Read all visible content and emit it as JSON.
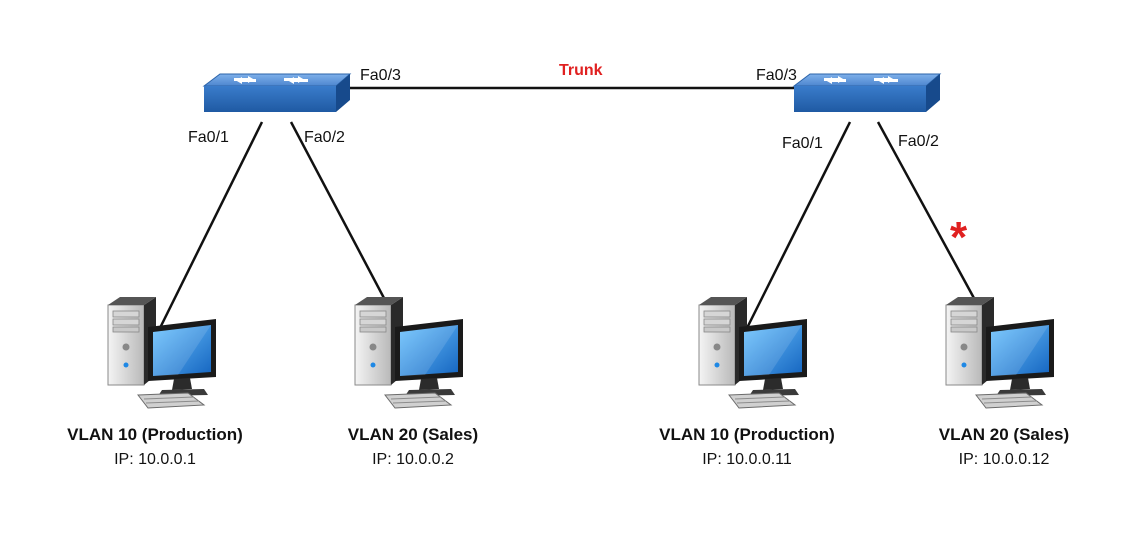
{
  "trunk_label": "Trunk",
  "colors": {
    "trunk_label": "#e02020",
    "marker": "#e02020",
    "switch_top": "#5b93d6",
    "switch_side": "#2f6fbf",
    "monitor_screen": "#1e88e5",
    "cable": "#111111"
  },
  "switches": [
    {
      "icon": "network-switch-icon",
      "ports": {
        "uplink": "Fa0/3",
        "p1": "Fa0/1",
        "p2": "Fa0/2"
      }
    },
    {
      "icon": "network-switch-icon",
      "ports": {
        "uplink": "Fa0/3",
        "p1": "Fa0/1",
        "p2": "Fa0/2"
      }
    }
  ],
  "hosts": [
    {
      "icon": "desktop-pc-icon",
      "vlan": "VLAN 10 (Production)",
      "ip": "IP: 10.0.0.1"
    },
    {
      "icon": "desktop-pc-icon",
      "vlan": "VLAN 20 (Sales)",
      "ip": "IP: 10.0.0.2"
    },
    {
      "icon": "desktop-pc-icon",
      "vlan": "VLAN 10 (Production)",
      "ip": "IP: 10.0.0.11"
    },
    {
      "icon": "desktop-pc-icon",
      "vlan": "VLAN 20 (Sales)",
      "ip": "IP: 10.0.0.12"
    }
  ],
  "marker": {
    "symbol": "*",
    "icon": "asterisk-marker-icon"
  }
}
